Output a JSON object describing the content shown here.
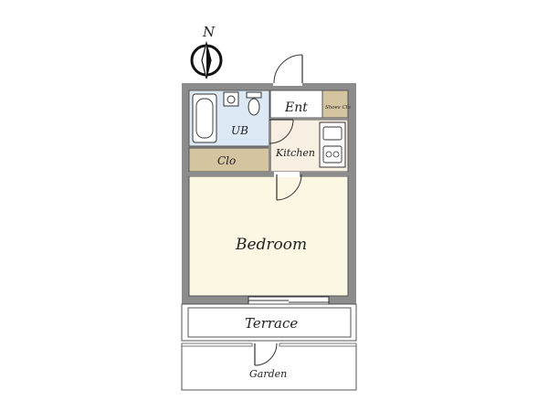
{
  "compass": {
    "label": "N",
    "icon": "north-arrow-icon"
  },
  "rooms": {
    "entrance": "Ent",
    "shoes_closet": "Shoes Clo",
    "unit_bath": "UB",
    "kitchen": "Kitchen",
    "closet": "Clo",
    "bedroom": "Bedroom",
    "terrace": "Terrace",
    "garden": "Garden"
  },
  "colors": {
    "wall": "#8c8c8c",
    "bedroom_floor": "#fbf7e2",
    "bath_floor": "#dce9f5",
    "kitchen_floor": "#f7efe2",
    "closet_fill": "#d4c4a0",
    "entrance_floor": "#ffffff",
    "line": "#333333"
  }
}
